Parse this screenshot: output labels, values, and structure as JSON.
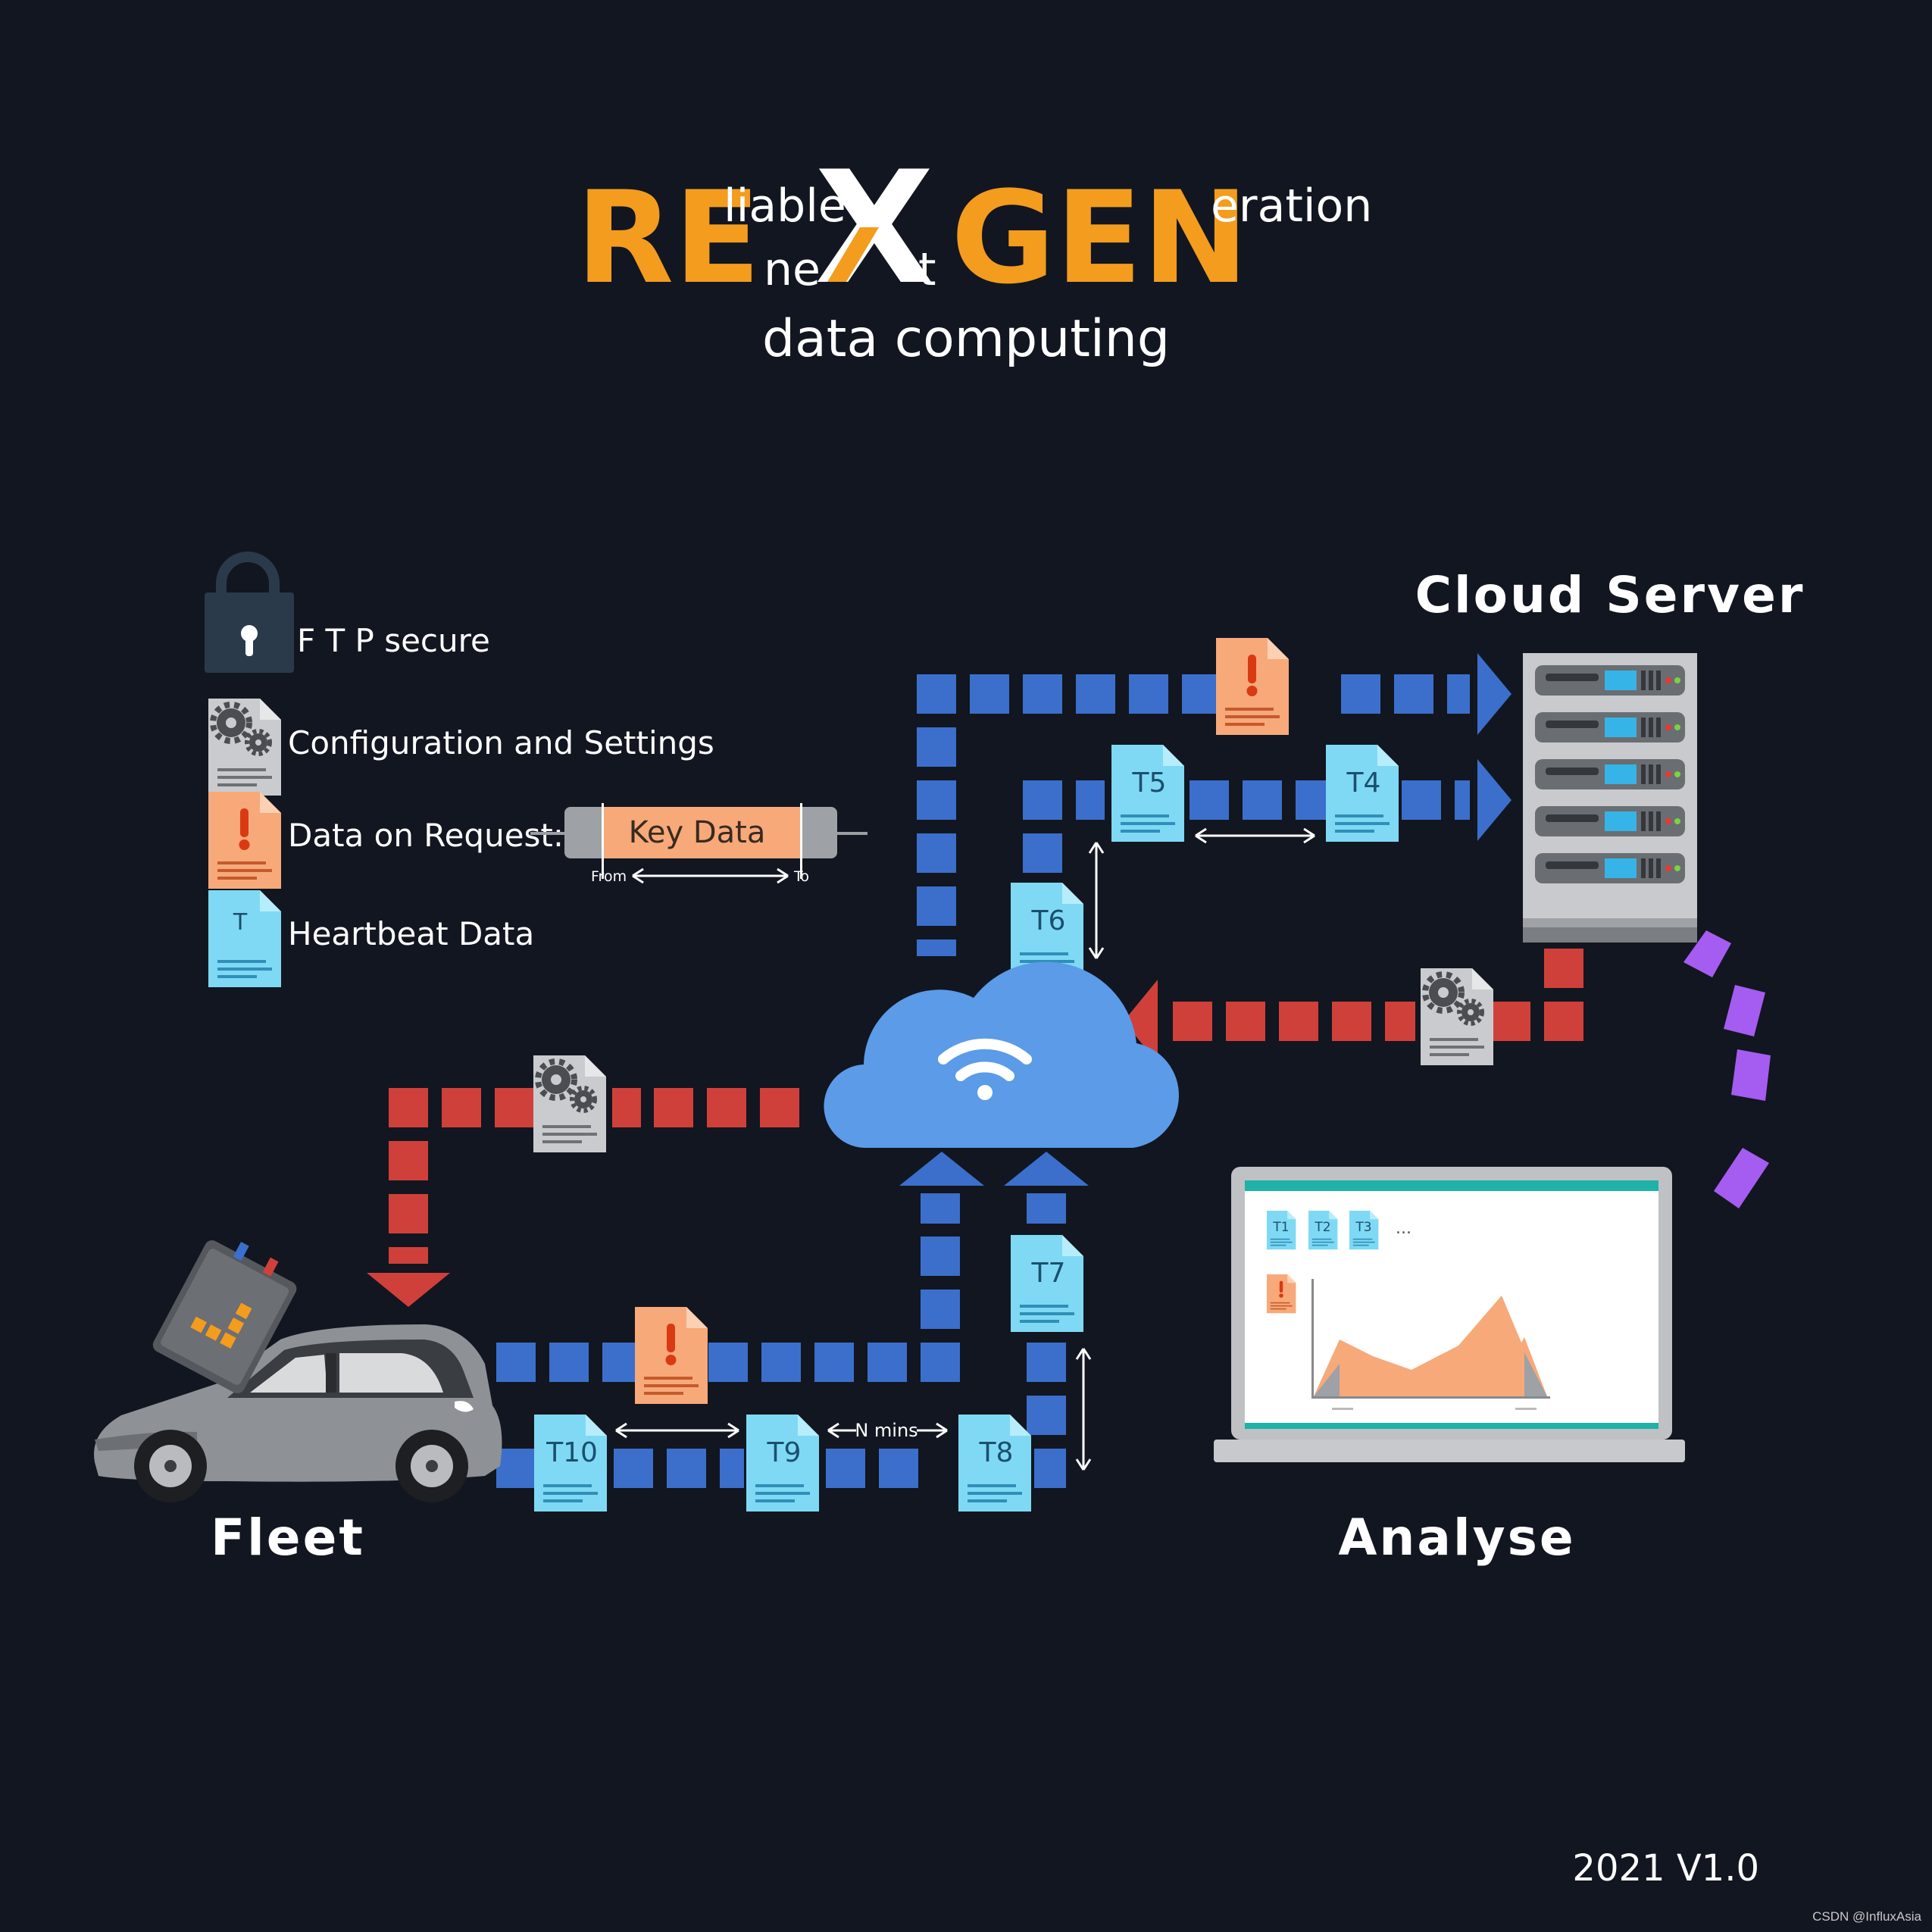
{
  "title": {
    "re": "RE",
    "liable": "liable",
    "ne": "ne",
    "x": "X",
    "t": "t",
    "gen": "GEN",
    "eration": "eration",
    "subtitle": "data computing"
  },
  "legend": {
    "ftp": "F T P secure",
    "config": "Configuration and Settings",
    "request": "Data on Request:",
    "key_data": "Key Data",
    "from": "From",
    "to": "To",
    "heartbeat": "Heartbeat Data",
    "heartbeat_icon": "T"
  },
  "nodes": {
    "cloud_server": "Cloud Server",
    "fleet": "Fleet",
    "analyse": "Analyse"
  },
  "packets": [
    "T5",
    "T4",
    "T6",
    "T7",
    "T8",
    "T9",
    "T10"
  ],
  "interval_label": "N mins",
  "laptop_packets": [
    "T1",
    "T2",
    "T3"
  ],
  "laptop_ellipsis": "...",
  "version": "2021 V1.0",
  "watermark": "CSDN @InfluxAsia",
  "colors": {
    "background": "#121620",
    "orange": "#F39C1E",
    "heartbeat_blue": "#3B6FCB",
    "config_red": "#D0403B",
    "analyse_purple": "#A55CF0",
    "cloud": "#5B9BE8",
    "heartbeat_doc": "#7FD9F4",
    "request_doc": "#F7A97A"
  }
}
